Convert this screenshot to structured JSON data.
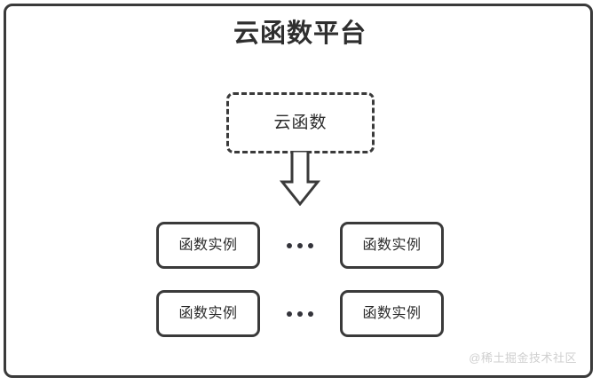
{
  "diagram": {
    "title": "云函数平台",
    "cloud_function": {
      "label": "云函数"
    },
    "arrow": {
      "direction": "down"
    },
    "instances": {
      "rows": [
        {
          "left_label": "函数实例",
          "ellipsis": "•••",
          "right_label": "函数实例"
        },
        {
          "left_label": "函数实例",
          "ellipsis": "•••",
          "right_label": "函数实例"
        }
      ]
    },
    "watermark": "@稀土掘金技术社区",
    "colors": {
      "stroke": "#3a3a3a",
      "title_text": "#2f2f2f",
      "body_text": "#2b2b2b",
      "background": "#ffffff",
      "watermark_text": "#cfcfcf",
      "dot": "#33333a"
    }
  }
}
